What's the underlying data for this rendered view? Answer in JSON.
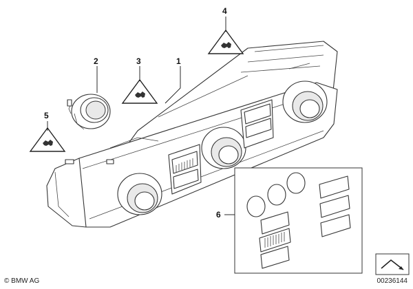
{
  "callouts": [
    {
      "id": "1",
      "label": "1"
    },
    {
      "id": "2",
      "label": "2"
    },
    {
      "id": "3",
      "label": "3"
    },
    {
      "id": "4",
      "label": "4"
    },
    {
      "id": "5",
      "label": "5"
    },
    {
      "id": "6",
      "label": "6"
    }
  ],
  "footer": {
    "copyright": "© BMW AG",
    "image_id": "00236144"
  },
  "icons": {
    "warning": "warning-triangle-icon",
    "navigation": "arrow-icon"
  }
}
